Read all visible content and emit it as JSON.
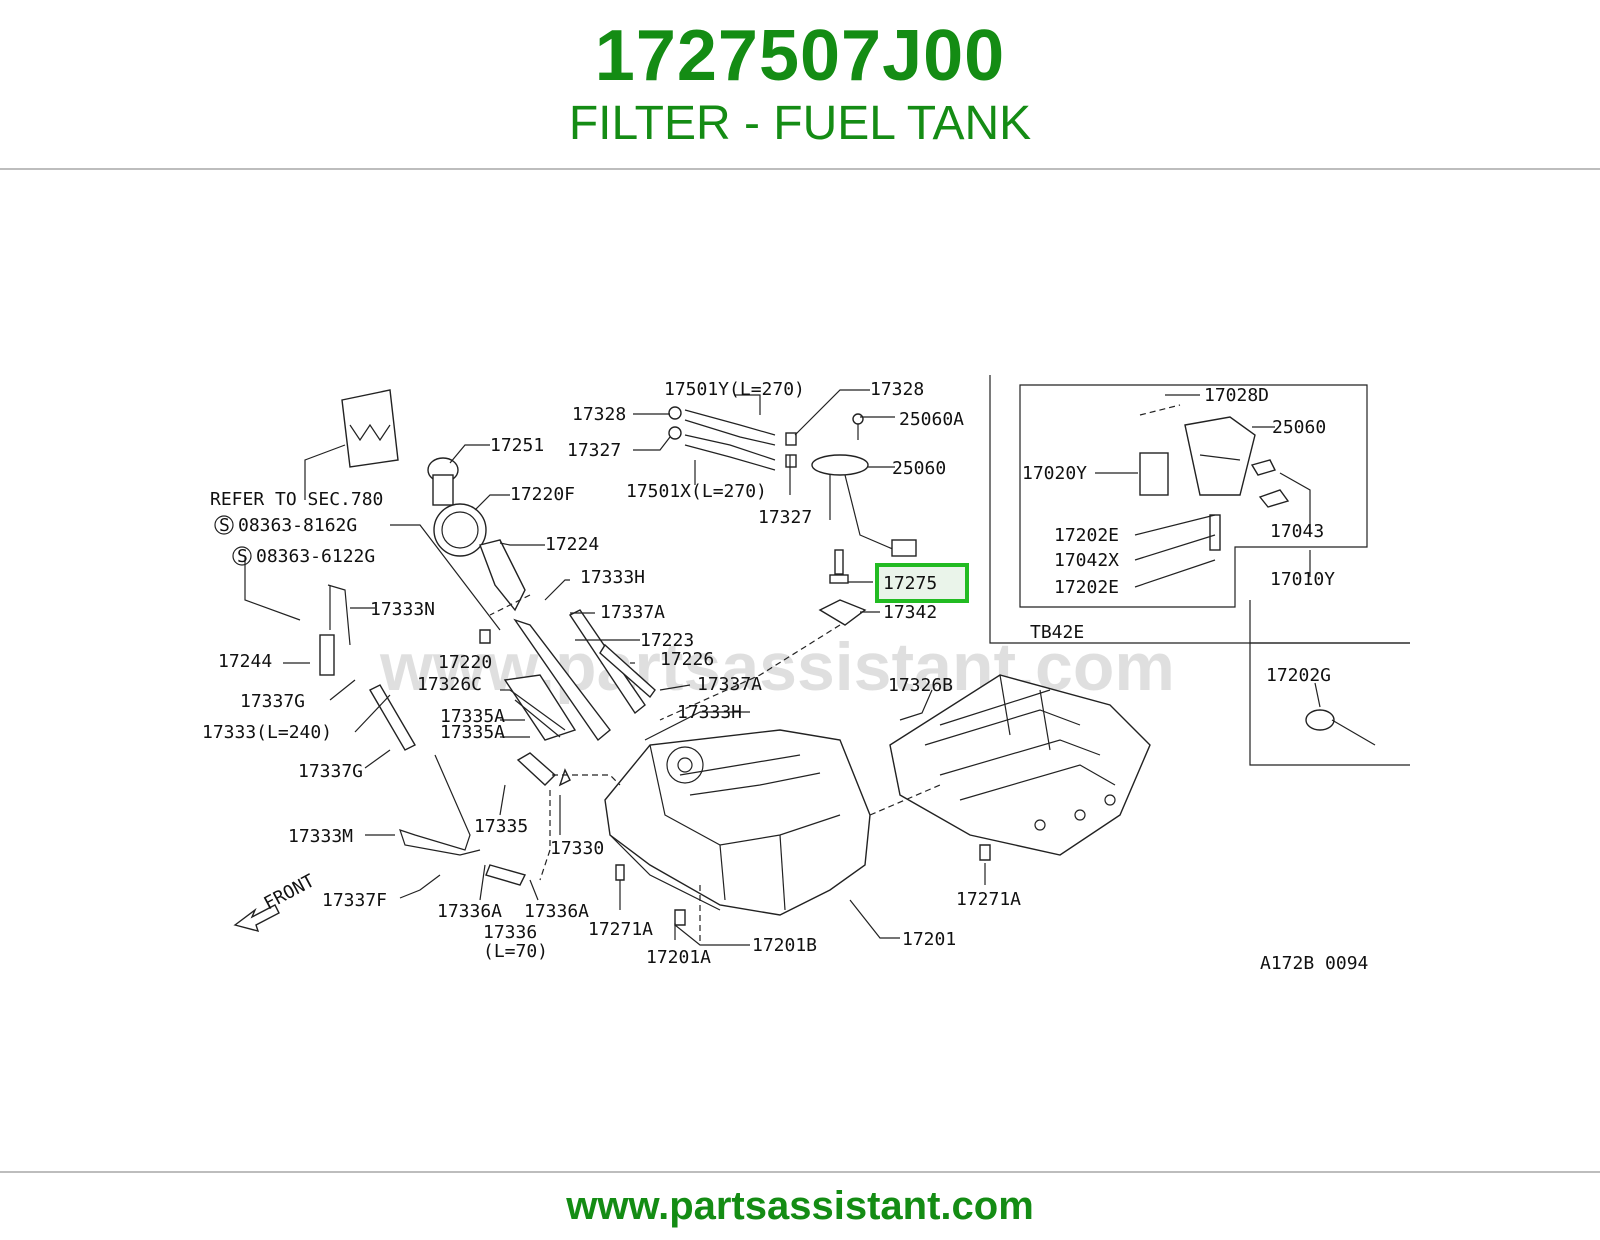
{
  "header": {
    "part_number": "1727507J00",
    "description": "FILTER - FUEL TANK"
  },
  "footer": {
    "url": "www.partsassistant.com"
  },
  "diagram": {
    "watermark": "www.partsassistant.com",
    "refer_note": "REFER TO SEC.780",
    "variant_label": "TB42E",
    "figure_code": "A172B 0094",
    "front_label": "FRONT",
    "highlight_color": "#22bb22",
    "labels": {
      "p17501Y": "17501Y(L=270)",
      "p17328a": "17328",
      "p17328b": "17328",
      "p25060A": "25060A",
      "p17327a": "17327",
      "p17327b": "17327",
      "p25060a": "25060",
      "p17501X": "17501X(L=270)",
      "p17251": "17251",
      "p17220F": "17220F",
      "p17224": "17224",
      "p08363_8162G": "08363-8162G",
      "p08363_6122G": "08363-6122G",
      "p17333H_a": "17333H",
      "p17333N": "17333N",
      "p17337A_a": "17337A",
      "p17223": "17223",
      "p17226": "17226",
      "p17244": "17244",
      "p17220": "17220",
      "p17326C": "17326C",
      "p17337A_b": "17337A",
      "p17337G_a": "17337G",
      "p17333H_b": "17333H",
      "p17335A_a": "17335A",
      "p17335A_b": "17335A",
      "p17333L": "17333(L=240)",
      "p17337G_b": "17337G",
      "p17335": "17335",
      "p17330": "17330",
      "p17333M": "17333M",
      "p17337F": "17337F",
      "p17336A_a": "17336A",
      "p17336A_b": "17336A",
      "p17336": "17336",
      "p17336L": "(L=70)",
      "p17271A_a": "17271A",
      "p17201A": "17201A",
      "p17201B": "17201B",
      "p17201": "17201",
      "p17275": "17275",
      "p17342": "17342",
      "p17326B": "17326B",
      "p17271A_b": "17271A",
      "p17028D": "17028D",
      "p25060b": "25060",
      "p17020Y": "17020Y",
      "p17043": "17043",
      "p17202E_a": "17202E",
      "p17042X": "17042X",
      "p17202E_b": "17202E",
      "p17010Y": "17010Y",
      "p17202G": "17202G"
    }
  }
}
